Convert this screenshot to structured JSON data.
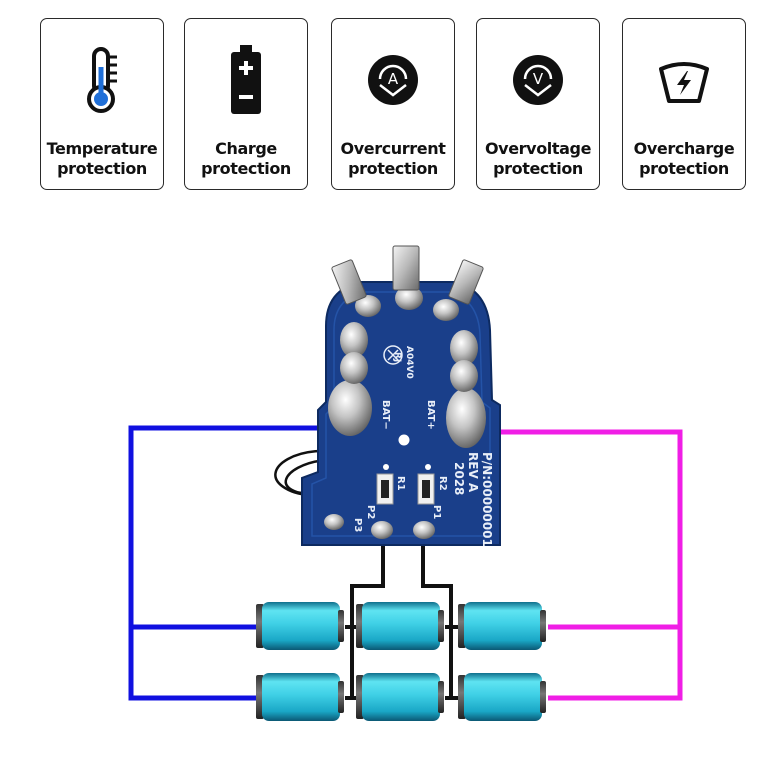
{
  "cards": [
    {
      "icon": "thermometer-icon",
      "line1": "Temperature",
      "line2": "protection"
    },
    {
      "icon": "battery-icon",
      "line1": "Charge",
      "line2": "protection"
    },
    {
      "icon": "ammeter-icon",
      "line1": "Overcurrent",
      "line2": "protection"
    },
    {
      "icon": "voltmeter-icon",
      "line1": "Overvoltage",
      "line2": "protection"
    },
    {
      "icon": "overcharge-icon",
      "line1": "Overcharge",
      "line2": "protection"
    }
  ],
  "meter_letters": {
    "current": "A",
    "voltage": "V"
  },
  "pcb": {
    "pad_bat_minus": "BAT−",
    "pad_bat_plus": "BAT+",
    "label_r1": "R1",
    "label_r2": "R2",
    "label_p2": "P2",
    "label_p3": "P3",
    "label_p1": "P1",
    "part_number": "P/N:00000001",
    "revision": "REV A",
    "date_code": "2028",
    "code_a": "A04V0",
    "code_b": "RJ"
  },
  "colors": {
    "negative_wire": "#1010e0",
    "positive_wire": "#f01ee6",
    "balance_wire": "#111111",
    "pcb": "#1a3f8a",
    "cell": "#3fd0e6"
  },
  "battery_cells": {
    "rows": 2,
    "per_row": 3
  }
}
